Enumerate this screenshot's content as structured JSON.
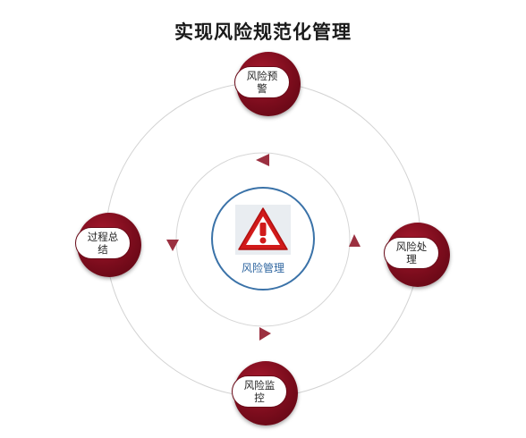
{
  "title": "实现风险规范化管理",
  "center": {
    "label": "风险管理",
    "icon": "warning-triangle-icon"
  },
  "nodes": {
    "top": {
      "line1": "风险预",
      "line2": "警"
    },
    "right": {
      "line1": "风险处",
      "line2": "理"
    },
    "bottom": {
      "line1": "风险监",
      "line2": "控"
    },
    "left": {
      "line1": "过程总",
      "line2": "结"
    }
  },
  "colors": {
    "node_fill": "#8b1020",
    "center_border": "#3a72a8",
    "center_text": "#2f66a0",
    "arrow": "#9b3040",
    "ring": "#cfcfcf",
    "warning_red": "#d11a1a"
  }
}
